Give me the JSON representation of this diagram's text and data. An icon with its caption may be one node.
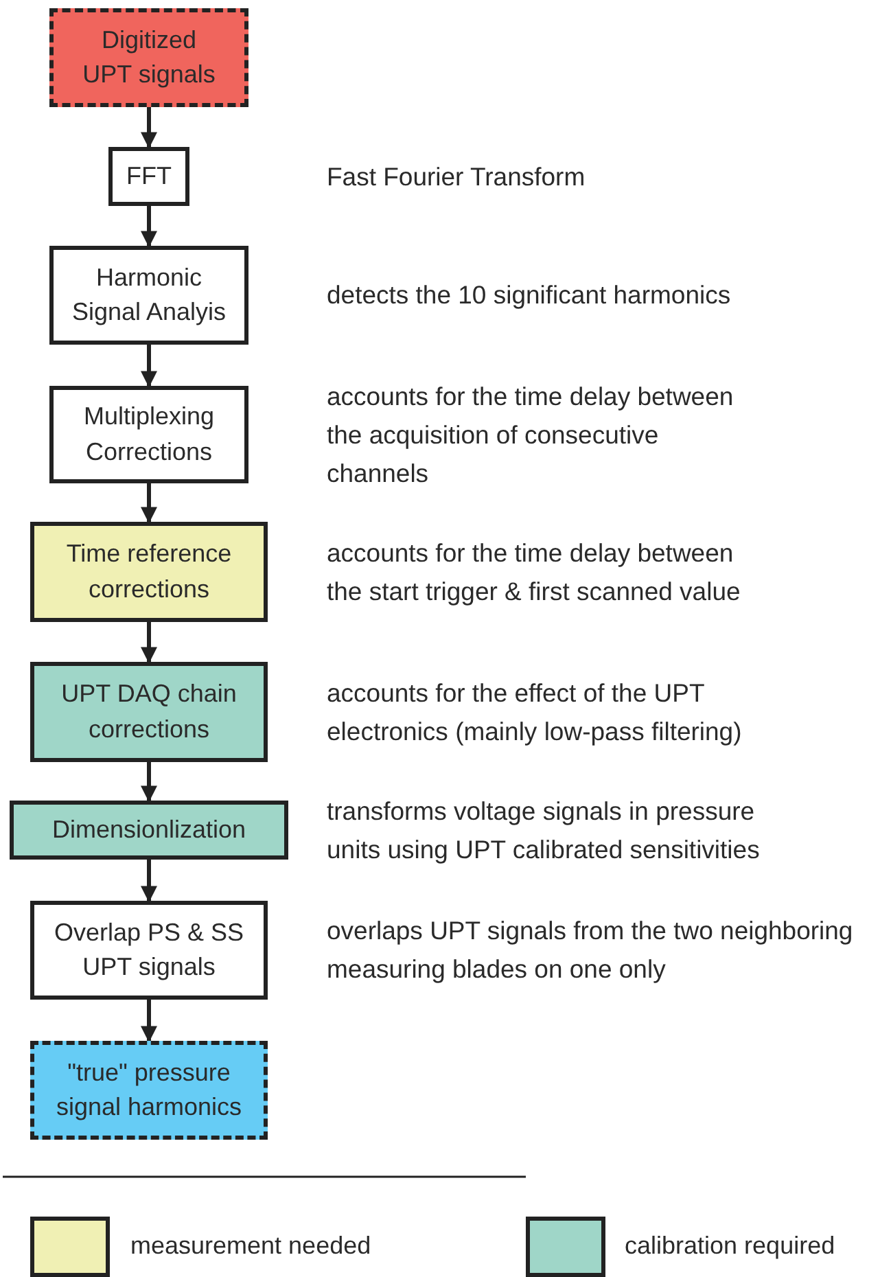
{
  "diagram": {
    "nodes": [
      {
        "text": [
          "Digitized UPT signals"
        ]
      },
      {
        "text": [
          "FFT"
        ]
      },
      {
        "text": [
          "Harmonic Signal Analyis"
        ],
        "beside": [
          "detects the 10 significant harmonics"
        ]
      },
      {
        "text": [
          "Multiplexing Corrections"
        ],
        "beside": [
          "accounts for the time delay between the acquisition of consecutive channels"
        ]
      },
      {
        "text": [
          "Time reference corrections"
        ],
        "beside": [
          "accounts for the time delay between the start trigger & first scanned value"
        ]
      },
      {
        "text": [
          "UPT DAQ chain corrections"
        ],
        "beside": [
          "accounts for the effect of the UPT electronics (mainly low-pass filtering)"
        ]
      },
      {
        "text": [
          "Dimensionlization"
        ],
        "beside": [
          "transforms voltage signals in pressure units using UPT calibrated sensitivities"
        ]
      },
      {
        "text": [
          "Overlap PS & SS UPT signals"
        ],
        "beside": [
          "overlaps UPT signals from the two neighboring measuring blades on one only"
        ]
      },
      {
        "text": [
          "\"true\" pressure signal harmonics"
        ]
      }
    ],
    "edges": [
      {
        "from": 0,
        "to": 1,
        "arrow": "to"
      },
      {
        "from": 1,
        "to": 2,
        "arrow": "to"
      },
      {
        "from": 2,
        "to": 3,
        "arrow": "to"
      },
      {
        "from": 3,
        "to": 4,
        "arrow": "to"
      },
      {
        "from": 4,
        "to": 5,
        "arrow": "to"
      },
      {
        "from": 5,
        "to": 6,
        "arrow": "to"
      },
      {
        "from": 6,
        "to": 7,
        "arrow": "to"
      },
      {
        "from": 7,
        "to": 8,
        "arrow": "to"
      }
    ],
    "labels": [
      "Fast Fourier Transform"
    ],
    "legend": [
      {
        "text": "measurement needed",
        "color": "#f0f0b4"
      },
      {
        "text": "calibration required",
        "color": "#9fd6c8"
      }
    ]
  }
}
